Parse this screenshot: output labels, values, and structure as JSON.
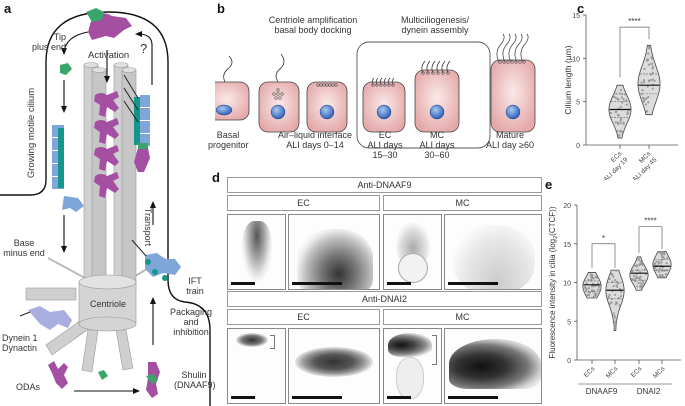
{
  "panels": {
    "a": {
      "letter": "a",
      "labels": {
        "tip": "Tip\nplus end",
        "tip_line1": "Tip",
        "tip_line2": "plus end",
        "activation": "Activation",
        "question": "?",
        "growing": "Growing motile cilium",
        "transport": "Transport",
        "base_line1": "Base",
        "base_line2": "minus end",
        "ift_line1": "IFT",
        "ift_line2": "train",
        "centriole": "Centriole",
        "packaging_line1": "Packaging",
        "packaging_line2": "and",
        "packaging_line3": "inhibition",
        "dynein_line1": "Dynein 1",
        "dynein_line2": "Dynactin",
        "odas": "ODAs",
        "shulin_line1": "Shulin",
        "shulin_line2": "(DNAAF9)"
      },
      "colors": {
        "oda": "#a54fa3",
        "shulin": "#3aa56b",
        "ift_blue": "#7ea6d9",
        "ift_teal": "#14978a",
        "dynein1": "#a9aee0",
        "centriole": "#cfcfcf"
      }
    },
    "b": {
      "letter": "b",
      "group_header_1_line1": "Centriole amplification",
      "group_header_1_line2": "basal body docking",
      "group_header_2_line1": "Multiciliogenesis/",
      "group_header_2_line2": "dynein assembly",
      "cells": [
        {
          "line1": "Basal",
          "line2": "progenitor",
          "line3": ""
        },
        {
          "line1": "Air–liquid interface",
          "line2": "ALI days 0–14",
          "line3": ""
        },
        {
          "line1": "EC",
          "line2": "ALI days",
          "line3": "15–30"
        },
        {
          "line1": "MC",
          "line2": "ALI days",
          "line3": "30–60"
        },
        {
          "line1": "Mature",
          "line2": "ALI day ≥60",
          "line3": ""
        }
      ],
      "colors": {
        "cell": "#e9b3b3",
        "nucleus": "#3f74c9"
      }
    },
    "c": {
      "letter": "c",
      "significance": "****"
    },
    "d": {
      "letter": "d",
      "row1_header": "Anti-DNAAF9",
      "row2_header": "Anti-DNAI2",
      "col_ec": "EC",
      "col_mc": "MC"
    },
    "e": {
      "letter": "e",
      "sig_dnaaf9": "*",
      "sig_dnai2": "****",
      "group1": "DNAAF9",
      "group2": "DNAI2"
    }
  },
  "chart_data": [
    {
      "type": "violin",
      "panel": "c",
      "title": "",
      "ylabel": "Cilium length (μm)",
      "xlabel": "",
      "categories": [
        "ECs ALI day 19",
        "MCs ALI day 45"
      ],
      "category_line1": [
        "ECs",
        "MCs"
      ],
      "category_line2": [
        "ALI day 19",
        "ALI day 45"
      ],
      "ylim": [
        0,
        15
      ],
      "yticks": [
        0,
        5,
        10,
        15
      ],
      "series": [
        {
          "name": "ECs ALI day 19",
          "median": 4.1,
          "min": 0.8,
          "max": 6.9,
          "q1": 3.2,
          "q3": 5.0
        },
        {
          "name": "MCs ALI day 45",
          "median": 6.9,
          "min": 3.5,
          "max": 11.5,
          "q1": 5.9,
          "q3": 8.2
        }
      ],
      "annotations": [
        {
          "between": [
            0,
            1
          ],
          "text": "****"
        }
      ]
    },
    {
      "type": "violin",
      "panel": "e",
      "title": "",
      "ylabel": "Fluorescence intensity in cilia (log2(CTCF))",
      "xlabel": "",
      "categories": [
        "ECs",
        "MCs",
        "ECs",
        "MCs"
      ],
      "groups": [
        {
          "label": "DNAAF9",
          "members": [
            0,
            1
          ]
        },
        {
          "label": "DNAI2",
          "members": [
            2,
            3
          ]
        }
      ],
      "ylim": [
        0,
        20
      ],
      "yticks": [
        0,
        5,
        10,
        15,
        20
      ],
      "series": [
        {
          "name": "DNAAF9 ECs",
          "median": 9.7,
          "min": 8.0,
          "max": 11.3,
          "q1": 8.8,
          "q3": 10.2
        },
        {
          "name": "DNAAF9 MCs",
          "median": 9.0,
          "min": 3.8,
          "max": 11.6,
          "q1": 7.9,
          "q3": 10.0
        },
        {
          "name": "DNAI2 ECs",
          "median": 11.2,
          "min": 9.0,
          "max": 13.3,
          "q1": 10.3,
          "q3": 11.6
        },
        {
          "name": "DNAI2 MCs",
          "median": 12.1,
          "min": 10.6,
          "max": 14.0,
          "q1": 11.6,
          "q3": 13.0
        }
      ],
      "annotations": [
        {
          "between": [
            0,
            1
          ],
          "text": "*"
        },
        {
          "between": [
            2,
            3
          ],
          "text": "****"
        }
      ]
    }
  ]
}
